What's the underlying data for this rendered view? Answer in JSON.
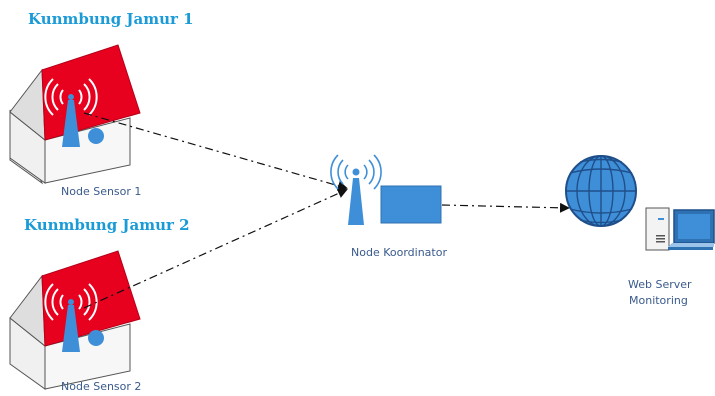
{
  "nodes": {
    "kumbung1": {
      "title": "Kunmbung Jamur 1",
      "sensor_label": "Node Sensor 1"
    },
    "kumbung2": {
      "title": "Kunmbung Jamur 2",
      "sensor_label": "Node Sensor 2"
    },
    "koordinator": {
      "label": "Node Koordinator"
    },
    "server": {
      "label_line1": "Web Server",
      "label_line2": "Monitoring"
    }
  },
  "colors": {
    "title": "#1a9bd7",
    "roof": "#e8001f",
    "wall": "#f2f2f2",
    "blue": "#3f8fd8",
    "text": "#3a5a8c"
  },
  "icons": [
    "house-icon",
    "antenna-icon",
    "sensor-dot-icon",
    "coordinator-box-icon",
    "globe-icon",
    "computer-icon"
  ]
}
